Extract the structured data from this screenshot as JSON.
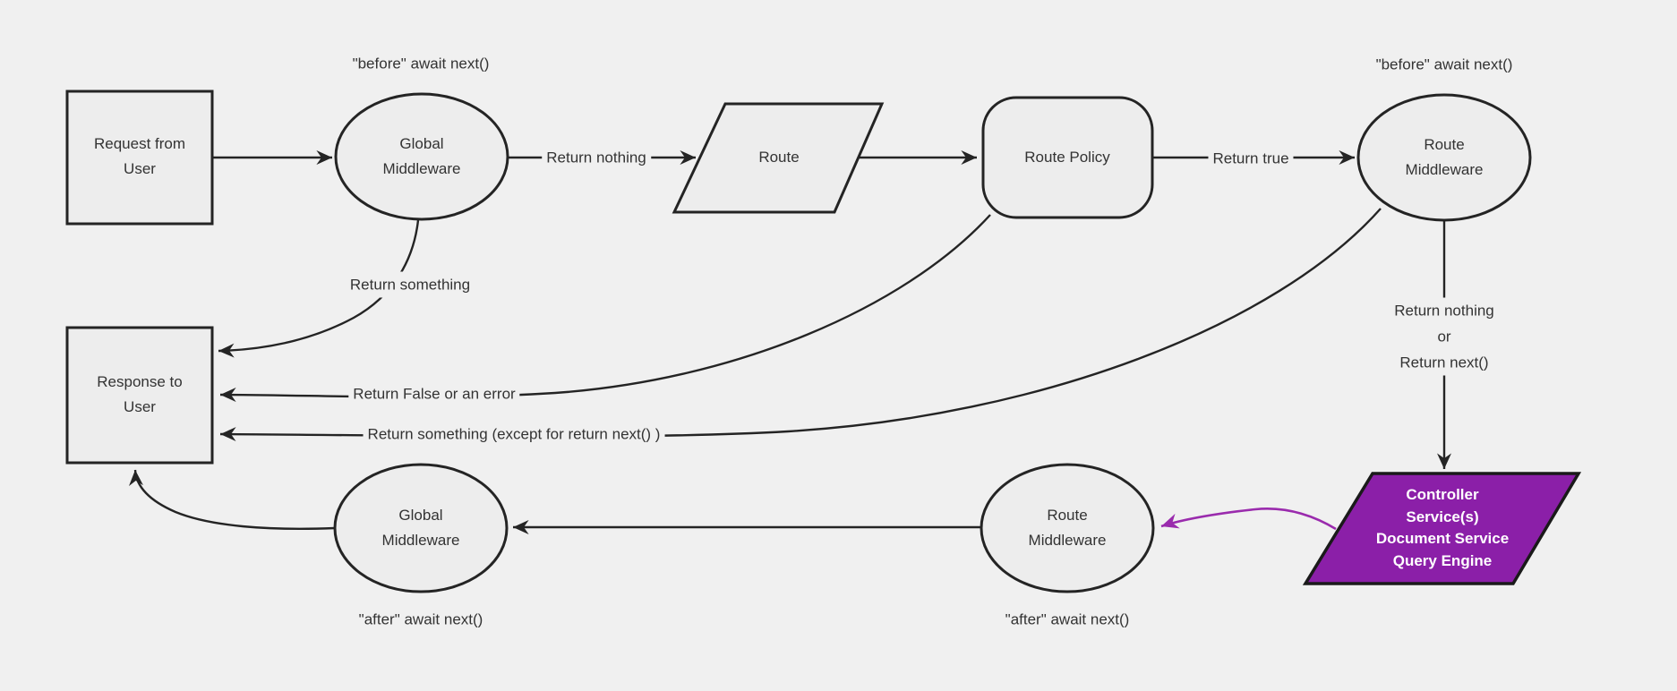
{
  "diagram": {
    "title": "middleware request/response lifecycle flowchart",
    "colors": {
      "background": "#f0f0f0",
      "node_fill": "#ededed",
      "line": "#242424",
      "text": "#333333",
      "purple_fill": "#8b1fa8",
      "purple_arrow": "#9a2bad",
      "purple_text": "#ffffff"
    },
    "nodes": {
      "request": {
        "label": "Request from\nUser",
        "shape": "rectangle"
      },
      "global_middleware_top": {
        "label": "Global\nMiddleware",
        "shape": "ellipse"
      },
      "route": {
        "label": "Route",
        "shape": "parallelogram"
      },
      "route_policy": {
        "label": "Route Policy",
        "shape": "rounded-rectangle"
      },
      "route_middleware_top": {
        "label": "Route\nMiddleware",
        "shape": "ellipse"
      },
      "response": {
        "label": "Response to\nUser",
        "shape": "rectangle"
      },
      "controller": {
        "label": "Controller\nService(s)\nDocument Service\nQuery Engine",
        "shape": "parallelogram"
      },
      "route_middleware_bottom": {
        "label": "Route\nMiddleware",
        "shape": "ellipse"
      },
      "global_middleware_bottom": {
        "label": "Global\nMiddleware",
        "shape": "ellipse"
      }
    },
    "edge_labels": {
      "before_global": "\"before\" await next()",
      "before_route": "\"before\" await next()",
      "return_nothing": "Return nothing",
      "return_true": "Return true",
      "return_something": "Return something",
      "return_false": "Return False or an error",
      "return_something_except": "Return something (except for return next() )",
      "return_nothing_or_next": "Return nothing\nor\nReturn next()",
      "after_global": "\"after\" await next()",
      "after_route": "\"after\" await next()"
    }
  }
}
